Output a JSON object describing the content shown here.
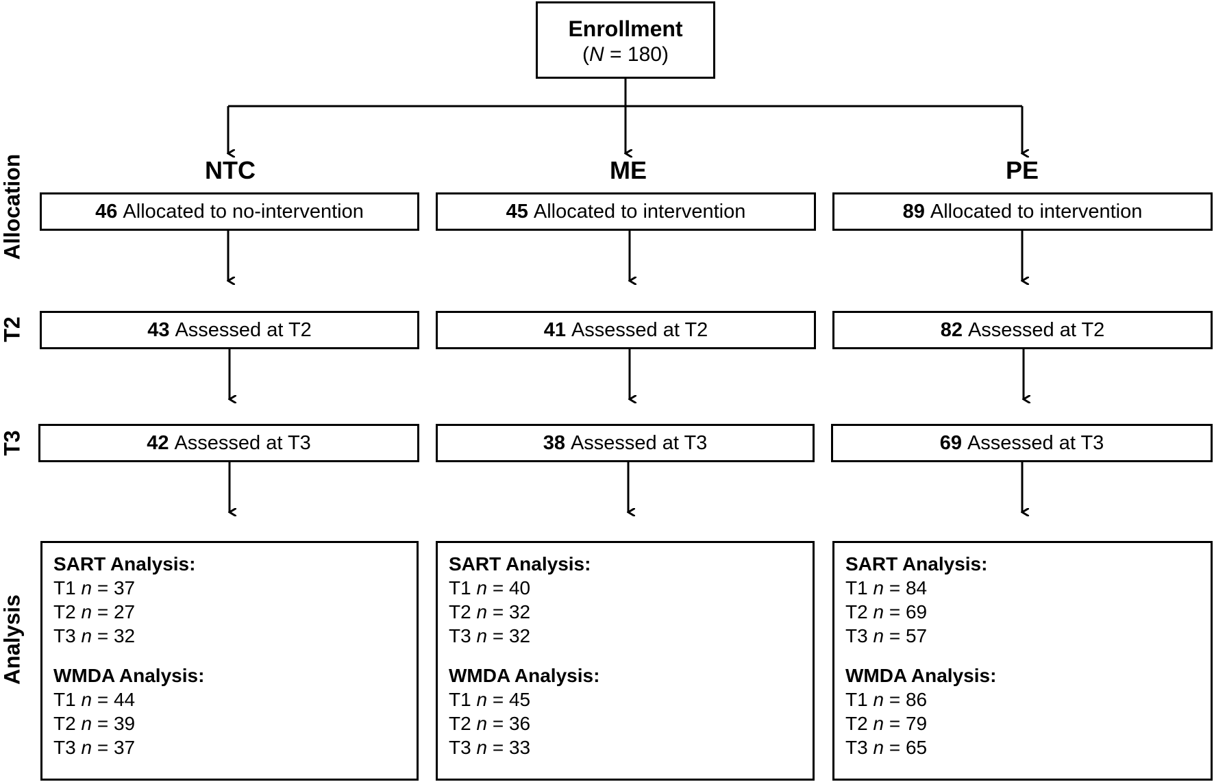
{
  "enrollment": {
    "title": "Enrollment",
    "prefix": "(",
    "n_symbol": "N",
    "n_text": " = 180)"
  },
  "side_labels": {
    "allocation": "Allocation",
    "t2": "T2",
    "t3": "T3",
    "analysis": "Analysis"
  },
  "groups": [
    {
      "name": "NTC",
      "allocated": {
        "num": "46",
        "text": "Allocated to no-intervention"
      },
      "t2": {
        "num": "43",
        "text": "Assessed at T2"
      },
      "t3": {
        "num": "42",
        "text": "Assessed at T3"
      },
      "sart": {
        "heading": "SART Analysis:",
        "lines": [
          {
            "t": "T1",
            "n": "n",
            "v": " = 37"
          },
          {
            "t": "T2",
            "n": "n",
            "v": " = 27"
          },
          {
            "t": "T3",
            "n": "n",
            "v": " = 32"
          }
        ]
      },
      "wmda": {
        "heading": "WMDA Analysis:",
        "lines": [
          {
            "t": "T1",
            "n": "n",
            "v": " = 44"
          },
          {
            "t": "T2",
            "n": "n",
            "v": " = 39"
          },
          {
            "t": "T3",
            "n": "n",
            "v": " = 37"
          }
        ]
      }
    },
    {
      "name": "ME",
      "allocated": {
        "num": "45",
        "text": "Allocated to intervention"
      },
      "t2": {
        "num": "41",
        "text": "Assessed at T2"
      },
      "t3": {
        "num": "38",
        "text": "Assessed at T3"
      },
      "sart": {
        "heading": "SART Analysis:",
        "lines": [
          {
            "t": "T1",
            "n": "n",
            "v": " = 40"
          },
          {
            "t": "T2",
            "n": "n",
            "v": " = 32"
          },
          {
            "t": "T3",
            "n": "n",
            "v": " = 32"
          }
        ]
      },
      "wmda": {
        "heading": "WMDA Analysis:",
        "lines": [
          {
            "t": "T1",
            "n": "n",
            "v": " = 45"
          },
          {
            "t": "T2",
            "n": "n",
            "v": " = 36"
          },
          {
            "t": "T3",
            "n": "n",
            "v": " = 33"
          }
        ]
      }
    },
    {
      "name": "PE",
      "allocated": {
        "num": "89",
        "text": "Allocated to intervention"
      },
      "t2": {
        "num": "82",
        "text": "Assessed at T2"
      },
      "t3": {
        "num": "69",
        "text": "Assessed at T3"
      },
      "sart": {
        "heading": "SART Analysis:",
        "lines": [
          {
            "t": "T1",
            "n": "n",
            "v": " = 84"
          },
          {
            "t": "T2",
            "n": "n",
            "v": " = 69"
          },
          {
            "t": "T3",
            "n": "n",
            "v": " = 57"
          }
        ]
      },
      "wmda": {
        "heading": "WMDA Analysis:",
        "lines": [
          {
            "t": "T1",
            "n": "n",
            "v": " = 86"
          },
          {
            "t": "T2",
            "n": "n",
            "v": " = 79"
          },
          {
            "t": "T3",
            "n": "n",
            "v": " = 65"
          }
        ]
      }
    }
  ]
}
